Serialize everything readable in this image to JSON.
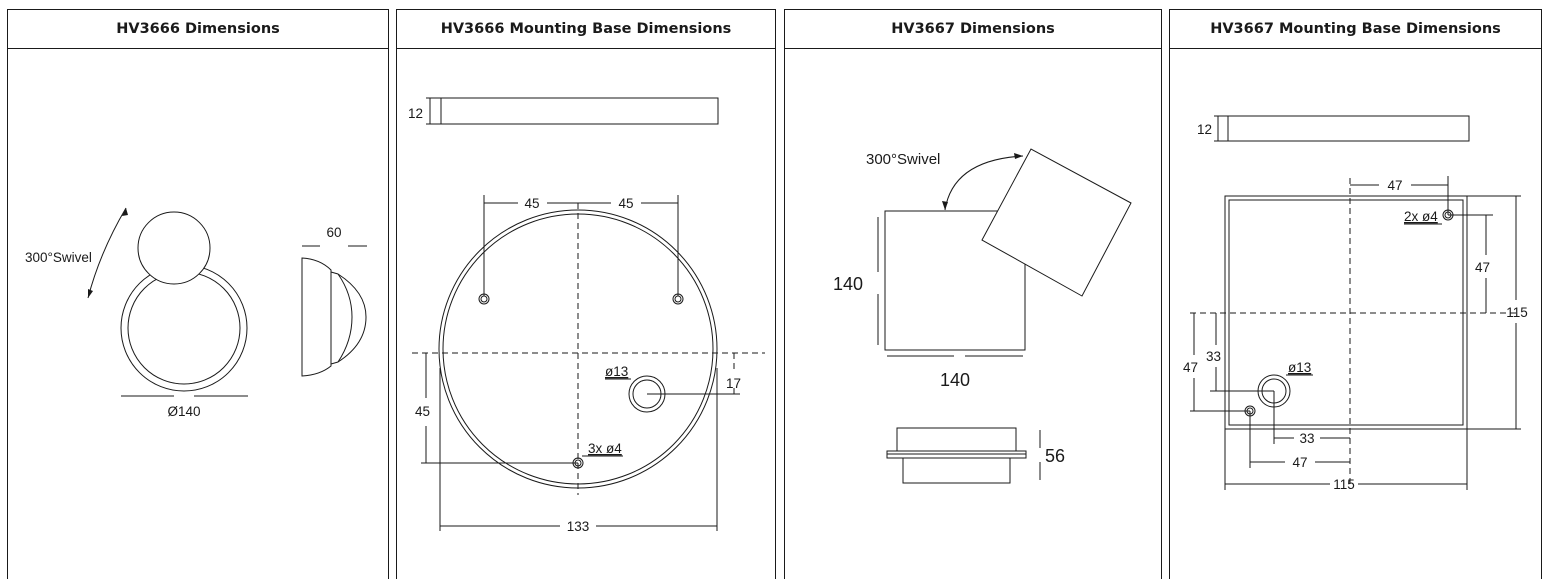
{
  "panels": [
    {
      "title": "HV3666 Dimensions",
      "labels": {
        "swivel": "300°Swivel",
        "depth": "60",
        "diameter": "Ø140"
      }
    },
    {
      "title": "HV3666 Mounting Base Dimensions",
      "labels": {
        "thickness": "12",
        "left_offset": "45",
        "right_offset": "45",
        "center_hole": "ø13",
        "center_hole_offset": "17",
        "bottom_offset": "45",
        "screw_holes": "3x ø4",
        "diameter": "133"
      }
    },
    {
      "title": "HV3667 Dimensions",
      "labels": {
        "swivel": "300°Swivel",
        "height": "140",
        "width": "140",
        "depth": "56"
      }
    },
    {
      "title": "HV3667 Mounting Base Dimensions",
      "labels": {
        "thickness": "12",
        "top_hole_offset": "47",
        "screw_holes": "2x ø4",
        "right_hole_offset": "47",
        "height": "115",
        "left_hole_offset": "47",
        "left_center_offset": "33",
        "center_hole": "ø13",
        "bottom_center_offset": "33",
        "bottom_hole_offset": "47",
        "width": "115"
      }
    }
  ]
}
